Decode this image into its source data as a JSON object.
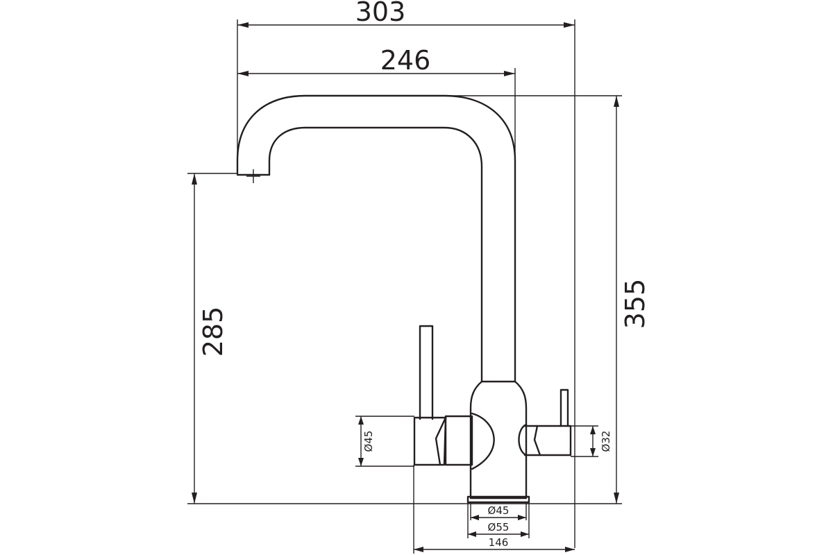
{
  "drawing": {
    "line_color": "#231f20",
    "background": "#ffffff"
  },
  "dimensions": {
    "overall_width": "303",
    "spout_reach": "246",
    "overall_height": "355",
    "spout_height": "285",
    "left_handle_dia": "Ø45",
    "right_handle_dia": "Ø32",
    "base_dia_inner": "Ø45",
    "base_dia_outer": "Ø55",
    "base_width": "146"
  }
}
